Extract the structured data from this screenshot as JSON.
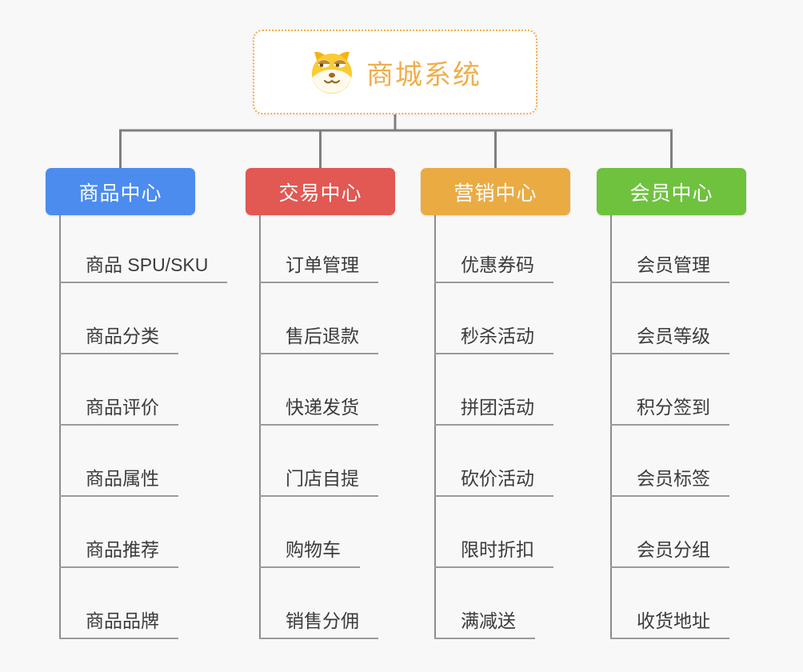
{
  "canvas_background": "#f8f8f8",
  "connector_color": "#7f7f7f",
  "root": {
    "title": "商城系统",
    "title_color": "#f0ae4d",
    "border_color": "#f6ab4a",
    "icon": "dog-face-icon"
  },
  "branches": [
    {
      "label": "商品中心",
      "color": "#4b8cee",
      "items": [
        "商品 SPU/SKU",
        "商品分类",
        "商品评价",
        "商品属性",
        "商品推荐",
        "商品品牌"
      ]
    },
    {
      "label": "交易中心",
      "color": "#e25852",
      "items": [
        "订单管理",
        "售后退款",
        "快递发货",
        "门店自提",
        "购物车",
        "销售分佣"
      ]
    },
    {
      "label": "营销中心",
      "color": "#eaab43",
      "items": [
        "优惠券码",
        "秒杀活动",
        "拼团活动",
        "砍价活动",
        "限时折扣",
        "满减送"
      ]
    },
    {
      "label": "会员中心",
      "color": "#6ec23e",
      "items": [
        "会员管理",
        "会员等级",
        "积分签到",
        "会员标签",
        "会员分组",
        "收货地址"
      ]
    }
  ]
}
